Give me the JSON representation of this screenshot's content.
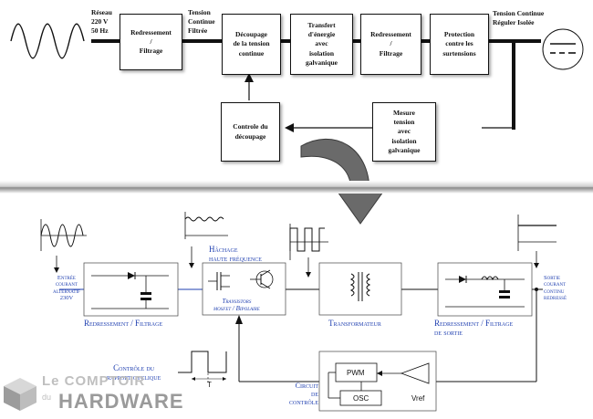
{
  "top": {
    "input_label": "Réseau\n220 V\n50 Hz",
    "box1": "Redressement\n/\nFiltrage",
    "mid_label": "Tension\nContinue\nFiltrée",
    "box2": "Découpage\nde la tension\ncontinue",
    "box3": "Transfert\nd'énergie\navec\nisolation\ngalvanique",
    "box4": "Redressement\n/\nFiltrage",
    "box5": "Protection\ncontre les\nsurtensions",
    "output_label": "Tension Continue\nRéguler Isolée",
    "box_control": "Controle du\ndécoupage",
    "box_measure": "Mesure\ntension\navec\nisolation\ngalvanique"
  },
  "bottom": {
    "input_label": "Entrée\ncourant\nalternatif\n230V",
    "stage1_label": "Redressement / Filtrage",
    "hach_label": "Hâchage\nhaute fréquence",
    "transistor_label": "Transistors\nmosfet / Bipolaire",
    "transfo_label": "Transformateur",
    "stage3_label": "Redressement / Filtrage\nde sortie",
    "output_label": "Sortie\ncourant\ncontinu\nredressé",
    "duty_label": "Contrôle du\nrapport cyclique",
    "period_label": "T",
    "circuit_label": "Circuit\nde\ncontrôle",
    "pwm": "PWM",
    "osc": "OSC",
    "vref": "Vref"
  },
  "logo": {
    "line1": "Le COMPTOIR",
    "line2": "du",
    "line3": "HARDWARE"
  },
  "colors": {
    "accent_blue": "#1f3fb0",
    "line": "#111111"
  }
}
